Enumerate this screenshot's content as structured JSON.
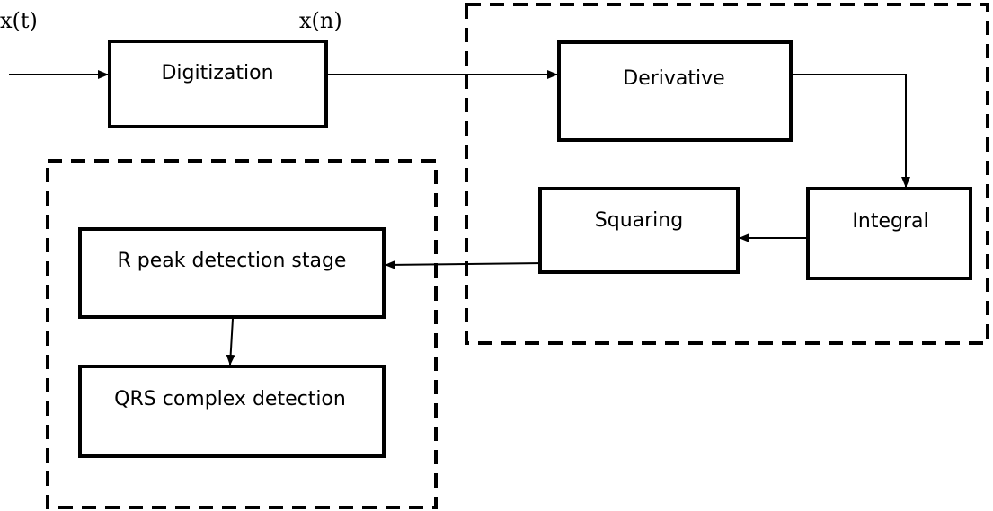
{
  "signals": {
    "input": "x(t)",
    "digital": "x(n)"
  },
  "blocks": {
    "digitization": "Digitization",
    "derivative": "Derivative",
    "integral": "Integral",
    "squaring": "Squaring",
    "r_peak": "R peak detection stage",
    "qrs": "QRS complex detection"
  }
}
